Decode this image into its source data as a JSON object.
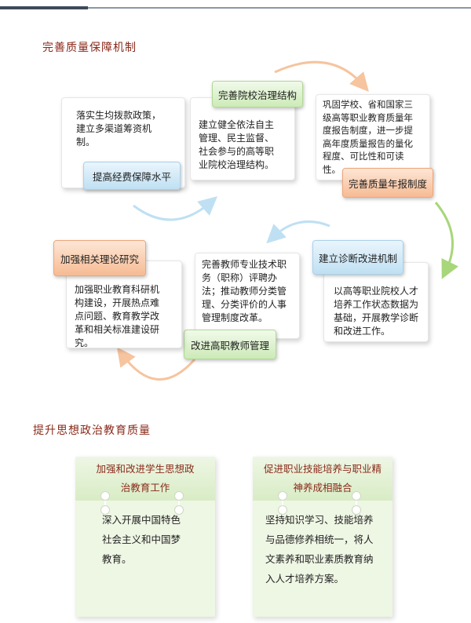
{
  "sections": {
    "section1_title": "完善质量保障机制",
    "section2_title": "提升思想政治教育质量"
  },
  "cycle": {
    "funding": {
      "label": "提高经费保障水平",
      "text": [
        "落实生均拨款政策，",
        "建立多渠道筹资机",
        "制。"
      ]
    },
    "governance": {
      "label": "完善院校治理结构",
      "text": [
        "建立健全依法自主",
        "管理、民主监督、",
        "社会参与的高等职",
        "业院校治理结构。"
      ]
    },
    "annual_report": {
      "label": "完善质量年报制度",
      "text": [
        "巩固学校、省和国家三",
        "级高等职业教育质量年",
        "度报告制度，进一步提",
        "高年度质量报告的量化",
        "程度、可比性和可读",
        "性。"
      ]
    },
    "diagnosis": {
      "label": "建立诊断改进机制",
      "text": [
        "以高等职业院校人才",
        "培养工作状态数据为",
        "基础，开展教学诊断",
        "和改进工作。"
      ]
    },
    "teachers": {
      "label": "改进高职教师管理",
      "text": [
        "完善教师专业技术职",
        "务（职称）评聘办",
        "法；推动教师分类管",
        "理、分类评价的人事",
        "管理制度改革。"
      ]
    },
    "theory": {
      "label": "加强相关理论研究",
      "text": [
        "加强职业教育科研机",
        "构建设，开展热点难",
        "点问题、教育教学改",
        "革和相关标准建设研",
        "究。"
      ]
    }
  },
  "panels": {
    "left": {
      "title_lines": [
        "加强和改进学生思想政",
        "治教育工作"
      ],
      "body_lines": [
        "深入开展中国特色",
        "社会主义和中国梦",
        "教育。"
      ]
    },
    "right": {
      "title_lines": [
        "促进职业技能培养与职业精",
        "神养成相融合"
      ],
      "body_lines": [
        "坚持知识学习、技能培养",
        "与品德修养相统一，将人",
        "文素养和职业素质教育纳",
        "入人才培养方案。"
      ]
    }
  },
  "colors": {
    "title_red": "#8a2a1a",
    "arrow_orange": "#f6c49e",
    "arrow_blue": "#bfe0f3",
    "arrow_green": "#a8d67a",
    "panel_green": "#eef6e4"
  }
}
